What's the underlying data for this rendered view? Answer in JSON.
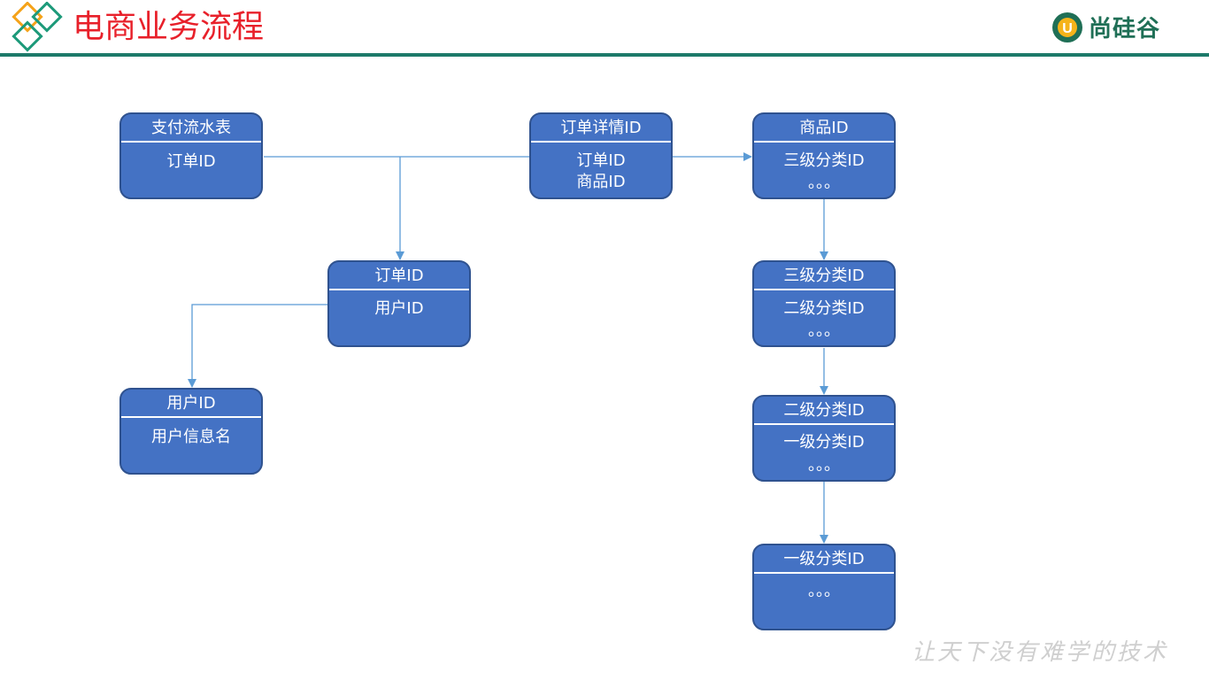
{
  "header": {
    "title": "电商业务流程",
    "company": "尚硅谷",
    "company_initial": "U",
    "slogan": "让天下没有难学的技术",
    "title_color": "#e8202a",
    "line_color": "#1d7a6a"
  },
  "colors": {
    "node_fill": "#4472c4",
    "node_border": "#2f528f",
    "connector": "#5b9bd5"
  },
  "nodes": {
    "payment": {
      "title": "支付流水表",
      "fields": [
        "订单ID"
      ]
    },
    "order_detail": {
      "title": "订单详情ID",
      "fields": [
        "订单ID",
        "商品ID"
      ]
    },
    "product": {
      "title": "商品ID",
      "fields": [
        "三级分类ID",
        "。。。"
      ]
    },
    "order": {
      "title": "订单ID",
      "fields": [
        "用户ID"
      ]
    },
    "category3": {
      "title": "三级分类ID",
      "fields": [
        "二级分类ID",
        "。。。"
      ]
    },
    "user": {
      "title": "用户ID",
      "fields": [
        "用户信息名"
      ]
    },
    "category2": {
      "title": "二级分类ID",
      "fields": [
        "一级分类ID",
        "。。。"
      ]
    },
    "category1": {
      "title": "一级分类ID",
      "fields": [
        "。。。"
      ]
    }
  }
}
